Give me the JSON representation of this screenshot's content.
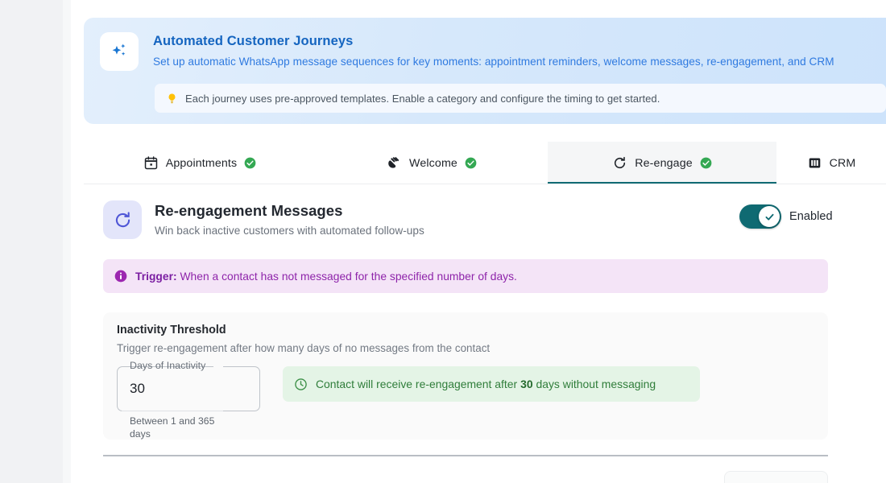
{
  "banner": {
    "icon": "auto-awesome-sparkle-icon",
    "title": "Automated Customer Journeys",
    "subtitle": "Set up automatic WhatsApp message sequences for key moments: appointment reminders, welcome messages, re-engagement, and CRM",
    "tip_icon": "lightbulb-icon",
    "tip": "Each journey uses pre-approved templates. Enable a category and configure the timing to get started."
  },
  "tabs": [
    {
      "label": "Appointments",
      "icon": "calendar-icon",
      "status_icon": "check-circle-icon",
      "active": false
    },
    {
      "label": "Welcome",
      "icon": "waving-hand-icon",
      "status_icon": "check-circle-icon",
      "active": false
    },
    {
      "label": "Re-engage",
      "icon": "refresh-icon",
      "status_icon": "check-circle-icon",
      "active": true
    },
    {
      "label": "CRM",
      "icon": "view-column-icon",
      "status_icon": "",
      "active": false
    }
  ],
  "section": {
    "icon": "refresh-icon",
    "title": "Re-engagement Messages",
    "subtitle": "Win back inactive customers with automated follow-ups",
    "toggle": {
      "label": "Enabled",
      "state": "on",
      "knob_icon": "check-icon"
    }
  },
  "trigger": {
    "icon": "info-icon",
    "label": "Trigger:",
    "text": "When a contact has not messaged for the specified number of days."
  },
  "threshold": {
    "title": "Inactivity Threshold",
    "description": "Trigger re-engagement after how many days of no messages from the contact",
    "field": {
      "label": "Days of Inactivity",
      "value": "30",
      "placeholder": "",
      "helper": "Between 1 and 365 days"
    },
    "confirmation": {
      "icon": "clock-icon",
      "prefix": "Contact will receive re-engagement after",
      "days": "30",
      "suffix": "days without messaging"
    }
  },
  "footer": {
    "save_label": ""
  },
  "colors": {
    "banner_blue": "#1565c0",
    "tab_active_underline": "#116b74",
    "toggle_on": "#0f6a72",
    "trigger_purple": "#8e24aa",
    "success_green": "#2f7d3a",
    "section_icon": "#4f56d6"
  }
}
